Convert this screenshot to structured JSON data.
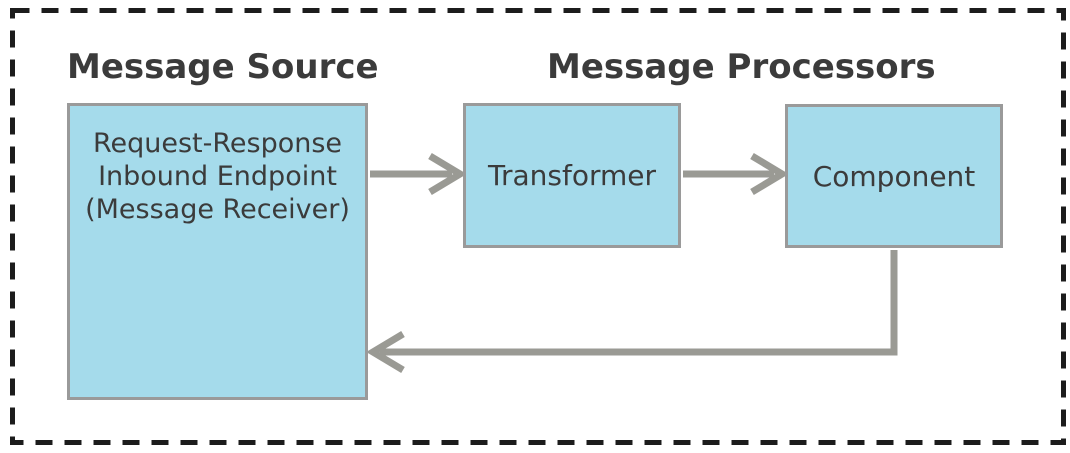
{
  "diagram": {
    "headings": {
      "source": "Message Source",
      "processors": "Message Processors"
    },
    "nodes": {
      "inbound_endpoint": {
        "label": "Request-Response\nInbound Endpoint\n(Message Receiver)"
      },
      "transformer": {
        "label": "Transformer"
      },
      "component": {
        "label": "Component"
      }
    },
    "edges": [
      {
        "from": "inbound_endpoint",
        "to": "transformer",
        "style": "open-arrow"
      },
      {
        "from": "transformer",
        "to": "component",
        "style": "open-arrow"
      },
      {
        "from": "component",
        "to": "inbound_endpoint",
        "style": "open-arrow",
        "route": "down-then-left"
      }
    ],
    "colors": {
      "node_fill": "#a5dbeb",
      "node_border": "#9a9a9a",
      "arrow": "#9a9a94",
      "text": "#3b3b3b",
      "frame": "#1c1c1c",
      "background": "#ffffff"
    }
  }
}
